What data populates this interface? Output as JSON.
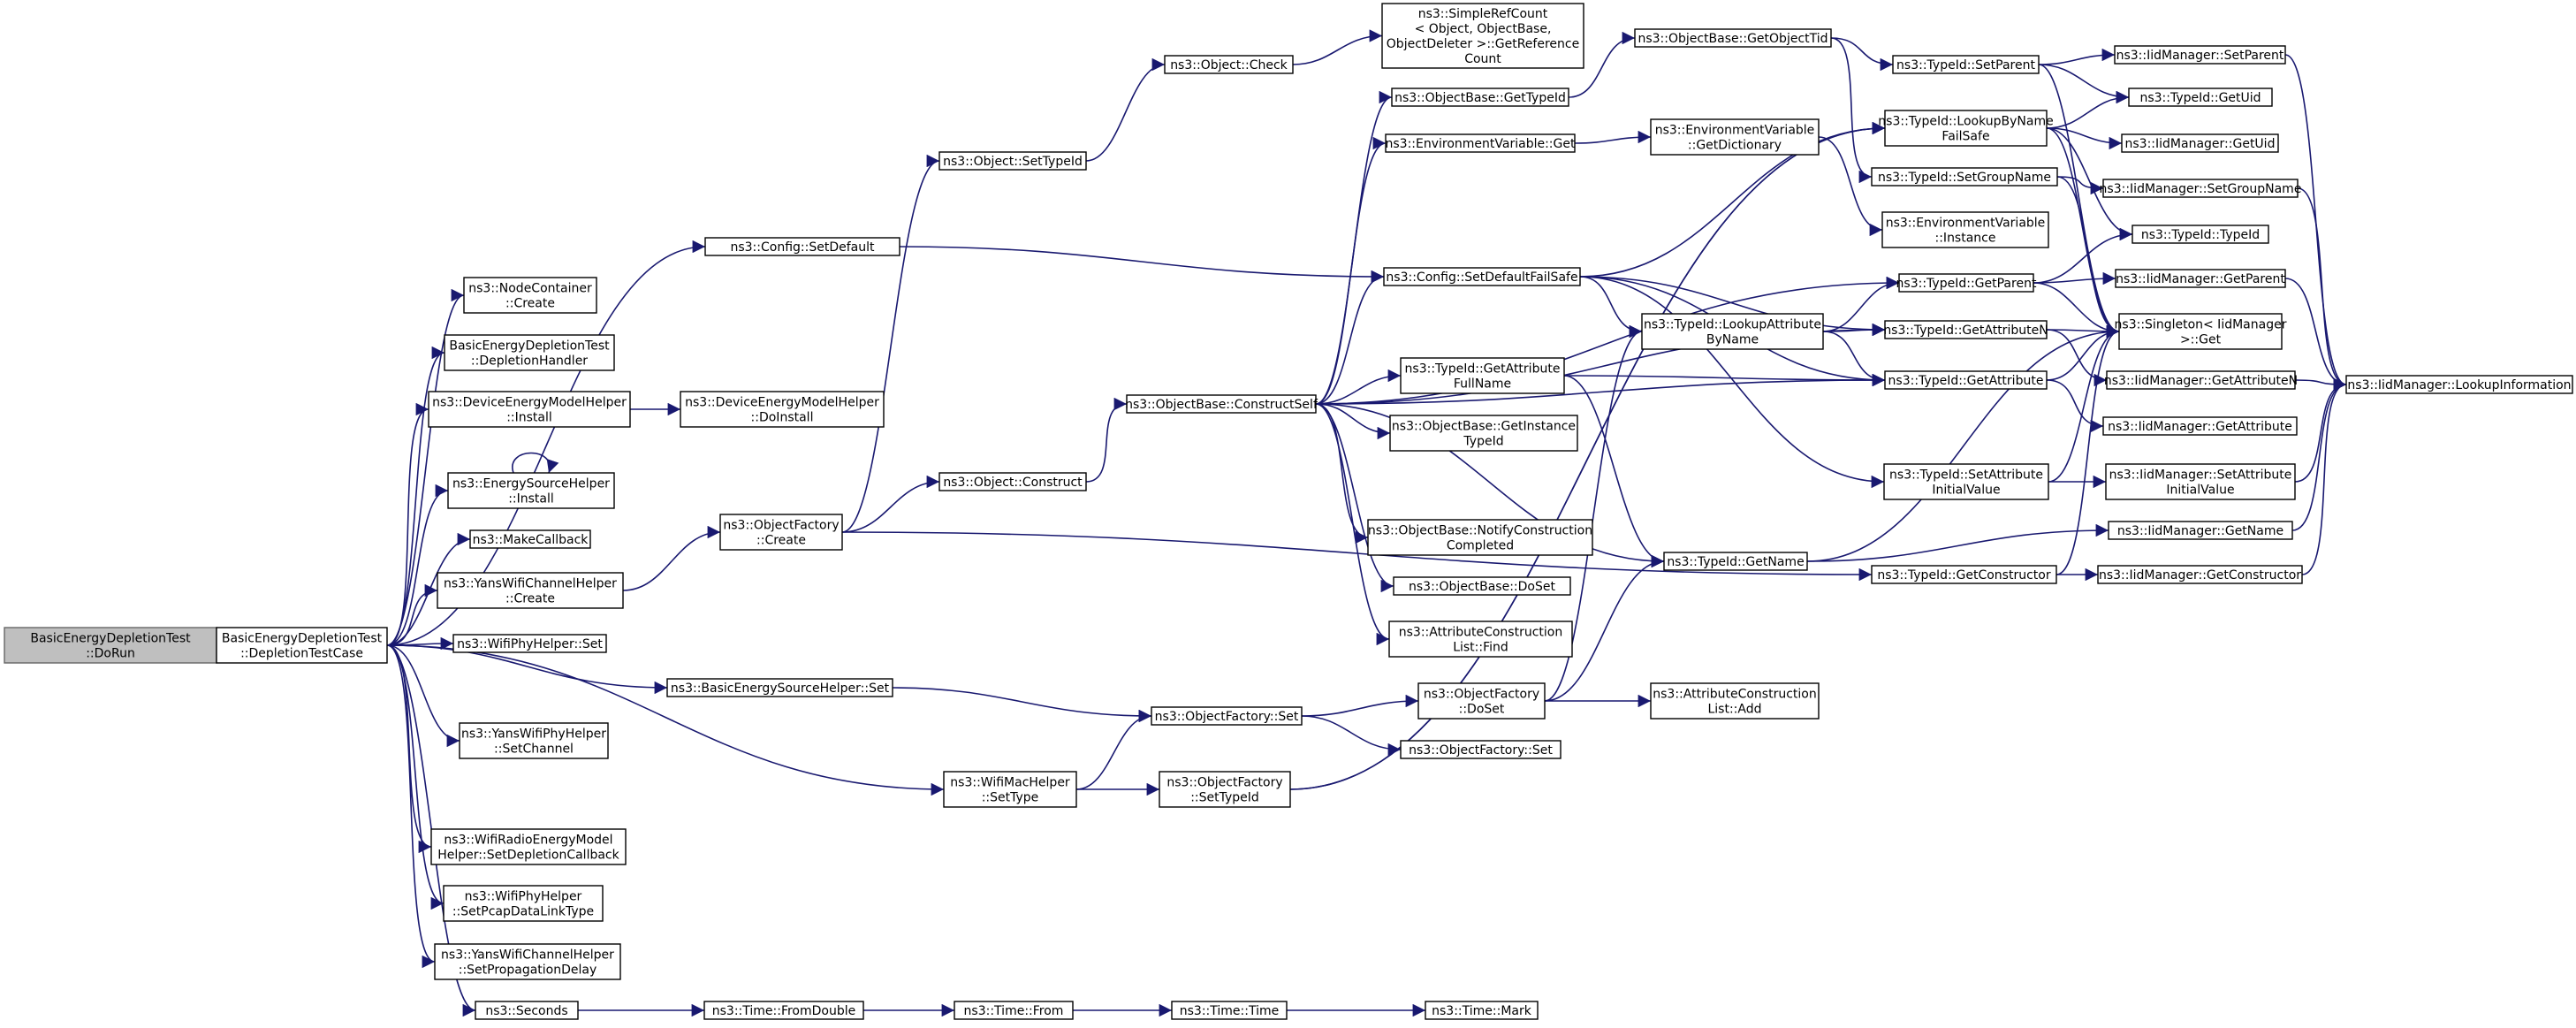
{
  "graph": {
    "edge_color": "#191970",
    "root_fill": "#bfbfbf",
    "nodes": [
      {
        "id": "doRun",
        "lines": [
          "BasicEnergyDepletionTest",
          "::DoRun"
        ],
        "root": true
      },
      {
        "id": "depCase",
        "lines": [
          "BasicEnergyDepletionTest",
          "::DepletionTestCase"
        ]
      },
      {
        "id": "cfgSetDefault",
        "lines": [
          "ns3::Config::SetDefault"
        ]
      },
      {
        "id": "nodeCreate",
        "lines": [
          "ns3::NodeContainer",
          "::Create"
        ]
      },
      {
        "id": "depHandler",
        "lines": [
          "BasicEnergyDepletionTest",
          "::DepletionHandler"
        ]
      },
      {
        "id": "demhInstall",
        "lines": [
          "ns3::DeviceEnergyModelHelper",
          "::Install"
        ]
      },
      {
        "id": "demhDoInstall",
        "lines": [
          "ns3::DeviceEnergyModelHelper",
          "::DoInstall"
        ]
      },
      {
        "id": "eshInstall",
        "lines": [
          "ns3::EnergySourceHelper",
          "::Install"
        ]
      },
      {
        "id": "makeCallback",
        "lines": [
          "ns3::MakeCallback"
        ]
      },
      {
        "id": "ywchCreate",
        "lines": [
          "ns3::YansWifiChannelHelper",
          "::Create"
        ]
      },
      {
        "id": "wphSet",
        "lines": [
          "ns3::WifiPhyHelper::Set"
        ]
      },
      {
        "id": "besSet",
        "lines": [
          "ns3::BasicEnergySourceHelper::Set"
        ]
      },
      {
        "id": "ywphSetChannel",
        "lines": [
          "ns3::YansWifiPhyHelper",
          "::SetChannel"
        ]
      },
      {
        "id": "wmhSetType",
        "lines": [
          "ns3::WifiMacHelper",
          "::SetType"
        ]
      },
      {
        "id": "wremh",
        "lines": [
          "ns3::WifiRadioEnergyModel",
          "Helper::SetDepletionCallback"
        ]
      },
      {
        "id": "wphPcap",
        "lines": [
          "ns3::WifiPhyHelper",
          "::SetPcapDataLinkType"
        ]
      },
      {
        "id": "ywchProp",
        "lines": [
          "ns3::YansWifiChannelHelper",
          "::SetPropagationDelay"
        ]
      },
      {
        "id": "seconds",
        "lines": [
          "ns3::Seconds"
        ]
      },
      {
        "id": "ofCreate",
        "lines": [
          "ns3::ObjectFactory",
          "::Create"
        ]
      },
      {
        "id": "timeFromDouble",
        "lines": [
          "ns3::Time::FromDouble"
        ]
      },
      {
        "id": "timeFrom",
        "lines": [
          "ns3::Time::From"
        ]
      },
      {
        "id": "timeTime",
        "lines": [
          "ns3::Time::Time"
        ]
      },
      {
        "id": "timeMark",
        "lines": [
          "ns3::Time::Mark"
        ]
      },
      {
        "id": "objSetTypeId",
        "lines": [
          "ns3::Object::SetTypeId"
        ]
      },
      {
        "id": "objConstruct",
        "lines": [
          "ns3::Object::Construct"
        ]
      },
      {
        "id": "ofSet",
        "lines": [
          "ns3::ObjectFactory::Set"
        ]
      },
      {
        "id": "ofSetTypeId",
        "lines": [
          "ns3::ObjectFactory",
          "::SetTypeId"
        ]
      },
      {
        "id": "objCheck",
        "lines": [
          "ns3::Object::Check"
        ]
      },
      {
        "id": "srcGetRef",
        "lines": [
          "ns3::SimpleRefCount",
          "< Object, ObjectBase,",
          "ObjectDeleter >::GetReference",
          "Count"
        ]
      },
      {
        "id": "obGetTypeId",
        "lines": [
          "ns3::ObjectBase::GetTypeId"
        ]
      },
      {
        "id": "envGet",
        "lines": [
          "ns3::EnvironmentVariable::Get"
        ]
      },
      {
        "id": "cfgSetDefaultFS",
        "lines": [
          "ns3::Config::SetDefaultFailSafe"
        ]
      },
      {
        "id": "obConstructSelf",
        "lines": [
          "ns3::ObjectBase::ConstructSelf"
        ]
      },
      {
        "id": "tidGetAttrFullName",
        "lines": [
          "ns3::TypeId::GetAttribute",
          "FullName"
        ]
      },
      {
        "id": "obGetInstTid",
        "lines": [
          "ns3::ObjectBase::GetInstance",
          "TypeId"
        ]
      },
      {
        "id": "obNotify",
        "lines": [
          "ns3::ObjectBase::NotifyConstruction",
          "Completed"
        ]
      },
      {
        "id": "obDoSet",
        "lines": [
          "ns3::ObjectBase::DoSet"
        ]
      },
      {
        "id": "aclFind",
        "lines": [
          "ns3::AttributeConstruction",
          "List::Find"
        ]
      },
      {
        "id": "ofDoSet",
        "lines": [
          "ns3::ObjectFactory",
          "::DoSet"
        ]
      },
      {
        "id": "ofSet2",
        "lines": [
          "ns3::ObjectFactory::Set"
        ]
      },
      {
        "id": "obGetObjectTid",
        "lines": [
          "ns3::ObjectBase::GetObjectTid"
        ]
      },
      {
        "id": "envGetDict",
        "lines": [
          "ns3::EnvironmentVariable",
          "::GetDictionary"
        ]
      },
      {
        "id": "tidLookupAttr",
        "lines": [
          "ns3::TypeId::LookupAttribute",
          "ByName"
        ]
      },
      {
        "id": "tidGetName",
        "lines": [
          "ns3::TypeId::GetName"
        ]
      },
      {
        "id": "aclAdd",
        "lines": [
          "ns3::AttributeConstruction",
          "List::Add"
        ]
      },
      {
        "id": "tidSetParent",
        "lines": [
          "ns3::TypeId::SetParent"
        ]
      },
      {
        "id": "tidLookupByName",
        "lines": [
          "ns3::TypeId::LookupByName",
          "FailSafe"
        ]
      },
      {
        "id": "tidSetGroupName",
        "lines": [
          "ns3::TypeId::SetGroupName"
        ]
      },
      {
        "id": "envInstance",
        "lines": [
          "ns3::EnvironmentVariable",
          "::Instance"
        ]
      },
      {
        "id": "tidGetParent",
        "lines": [
          "ns3::TypeId::GetParent"
        ]
      },
      {
        "id": "tidGetAttrN",
        "lines": [
          "ns3::TypeId::GetAttributeN"
        ]
      },
      {
        "id": "tidGetAttr",
        "lines": [
          "ns3::TypeId::GetAttribute"
        ]
      },
      {
        "id": "tidSetAttrInit",
        "lines": [
          "ns3::TypeId::SetAttribute",
          "InitialValue"
        ]
      },
      {
        "id": "tidGetCtor",
        "lines": [
          "ns3::TypeId::GetConstructor"
        ]
      },
      {
        "id": "iidSetParent",
        "lines": [
          "ns3::IidManager::SetParent"
        ]
      },
      {
        "id": "tidGetUid",
        "lines": [
          "ns3::TypeId::GetUid"
        ]
      },
      {
        "id": "iidGetUid",
        "lines": [
          "ns3::IidManager::GetUid"
        ]
      },
      {
        "id": "iidSetGroupName",
        "lines": [
          "ns3::IidManager::SetGroupName"
        ]
      },
      {
        "id": "tidTypeId",
        "lines": [
          "ns3::TypeId::TypeId"
        ]
      },
      {
        "id": "iidGetParent",
        "lines": [
          "ns3::IidManager::GetParent"
        ]
      },
      {
        "id": "singletonGet",
        "lines": [
          "ns3::Singleton< IidManager",
          ">::Get"
        ]
      },
      {
        "id": "iidGetAttrN",
        "lines": [
          "ns3::IidManager::GetAttributeN"
        ]
      },
      {
        "id": "iidGetAttr",
        "lines": [
          "ns3::IidManager::GetAttribute"
        ]
      },
      {
        "id": "iidSetAttrInit",
        "lines": [
          "ns3::IidManager::SetAttribute",
          "InitialValue"
        ]
      },
      {
        "id": "iidGetName",
        "lines": [
          "ns3::IidManager::GetName"
        ]
      },
      {
        "id": "iidGetCtor",
        "lines": [
          "ns3::IidManager::GetConstructor"
        ]
      },
      {
        "id": "iidLookupInfo",
        "lines": [
          "ns3::IidManager::LookupInformation"
        ]
      }
    ],
    "edges": [
      [
        "doRun",
        "depCase"
      ],
      [
        "depCase",
        "cfgSetDefault"
      ],
      [
        "depCase",
        "nodeCreate"
      ],
      [
        "depCase",
        "depHandler"
      ],
      [
        "depCase",
        "demhInstall"
      ],
      [
        "depCase",
        "eshInstall"
      ],
      [
        "depCase",
        "makeCallback"
      ],
      [
        "depCase",
        "ywchCreate"
      ],
      [
        "depCase",
        "wphSet"
      ],
      [
        "depCase",
        "besSet"
      ],
      [
        "depCase",
        "ywphSetChannel"
      ],
      [
        "depCase",
        "wmhSetType"
      ],
      [
        "depCase",
        "wremh"
      ],
      [
        "depCase",
        "wphPcap"
      ],
      [
        "depCase",
        "ywchProp"
      ],
      [
        "depCase",
        "seconds"
      ],
      [
        "cfgSetDefault",
        "cfgSetDefaultFS"
      ],
      [
        "demhInstall",
        "demhDoInstall"
      ],
      [
        "eshInstall",
        "eshInstall"
      ],
      [
        "ywchCreate",
        "ofCreate"
      ],
      [
        "besSet",
        "ofSet"
      ],
      [
        "wmhSetType",
        "ofSet"
      ],
      [
        "wmhSetType",
        "ofSetTypeId"
      ],
      [
        "seconds",
        "timeFromDouble"
      ],
      [
        "timeFromDouble",
        "timeFrom"
      ],
      [
        "timeFrom",
        "timeTime"
      ],
      [
        "timeTime",
        "timeMark"
      ],
      [
        "ofCreate",
        "objSetTypeId"
      ],
      [
        "ofCreate",
        "objConstruct"
      ],
      [
        "ofCreate",
        "tidGetCtor"
      ],
      [
        "objSetTypeId",
        "objCheck"
      ],
      [
        "objCheck",
        "srcGetRef"
      ],
      [
        "objConstruct",
        "obConstructSelf"
      ],
      [
        "ofSet",
        "ofDoSet"
      ],
      [
        "ofSet",
        "ofSet2"
      ],
      [
        "ofSetTypeId",
        "tidLookupByName"
      ],
      [
        "obConstructSelf",
        "obGetTypeId"
      ],
      [
        "obConstructSelf",
        "envGet"
      ],
      [
        "obConstructSelf",
        "cfgSetDefaultFS"
      ],
      [
        "obConstructSelf",
        "tidGetAttrFullName"
      ],
      [
        "obConstructSelf",
        "obGetInstTid"
      ],
      [
        "obConstructSelf",
        "obNotify"
      ],
      [
        "obConstructSelf",
        "obDoSet"
      ],
      [
        "obConstructSelf",
        "aclFind"
      ],
      [
        "obConstructSelf",
        "tidGetName"
      ],
      [
        "obConstructSelf",
        "tidGetParent"
      ],
      [
        "obConstructSelf",
        "tidGetAttrN"
      ],
      [
        "obConstructSelf",
        "tidGetAttr"
      ],
      [
        "obGetTypeId",
        "obGetObjectTid"
      ],
      [
        "envGet",
        "envGetDict"
      ],
      [
        "envGetDict",
        "envInstance"
      ],
      [
        "cfgSetDefaultFS",
        "tidLookupByName"
      ],
      [
        "cfgSetDefaultFS",
        "tidLookupAttr"
      ],
      [
        "cfgSetDefaultFS",
        "tidGetAttrN"
      ],
      [
        "cfgSetDefaultFS",
        "tidGetAttr"
      ],
      [
        "cfgSetDefaultFS",
        "tidSetAttrInit"
      ],
      [
        "tidGetAttrFullName",
        "tidGetName"
      ],
      [
        "tidGetAttrFullName",
        "tidGetAttr"
      ],
      [
        "ofDoSet",
        "tidLookupAttr"
      ],
      [
        "ofDoSet",
        "tidGetName"
      ],
      [
        "ofDoSet",
        "aclAdd"
      ],
      [
        "obGetObjectTid",
        "tidSetParent"
      ],
      [
        "obGetObjectTid",
        "tidSetGroupName"
      ],
      [
        "tidLookupAttr",
        "tidGetParent"
      ],
      [
        "tidLookupAttr",
        "tidGetAttrN"
      ],
      [
        "tidLookupAttr",
        "tidGetAttr"
      ],
      [
        "tidGetName",
        "iidGetName"
      ],
      [
        "tidGetName",
        "singletonGet"
      ],
      [
        "tidSetParent",
        "iidSetParent"
      ],
      [
        "tidSetParent",
        "tidGetUid"
      ],
      [
        "tidSetParent",
        "singletonGet"
      ],
      [
        "tidLookupByName",
        "tidGetUid"
      ],
      [
        "tidLookupByName",
        "iidGetUid"
      ],
      [
        "tidLookupByName",
        "tidTypeId"
      ],
      [
        "tidLookupByName",
        "singletonGet"
      ],
      [
        "tidSetGroupName",
        "iidSetGroupName"
      ],
      [
        "tidSetGroupName",
        "singletonGet"
      ],
      [
        "tidGetParent",
        "tidTypeId"
      ],
      [
        "tidGetParent",
        "iidGetParent"
      ],
      [
        "tidGetParent",
        "singletonGet"
      ],
      [
        "tidGetAttrN",
        "iidGetAttrN"
      ],
      [
        "tidGetAttrN",
        "singletonGet"
      ],
      [
        "tidGetAttr",
        "iidGetAttr"
      ],
      [
        "tidGetAttr",
        "singletonGet"
      ],
      [
        "tidSetAttrInit",
        "iidSetAttrInit"
      ],
      [
        "tidSetAttrInit",
        "singletonGet"
      ],
      [
        "tidGetCtor",
        "iidGetCtor"
      ],
      [
        "tidGetCtor",
        "singletonGet"
      ],
      [
        "iidSetParent",
        "iidLookupInfo"
      ],
      [
        "iidSetGroupName",
        "iidLookupInfo"
      ],
      [
        "iidGetParent",
        "iidLookupInfo"
      ],
      [
        "iidGetAttrN",
        "iidLookupInfo"
      ],
      [
        "iidSetAttrInit",
        "iidLookupInfo"
      ],
      [
        "iidGetName",
        "iidLookupInfo"
      ],
      [
        "iidGetCtor",
        "iidLookupInfo"
      ],
      [
        "ofSetTypeId",
        "tidLookupByName"
      ]
    ]
  }
}
